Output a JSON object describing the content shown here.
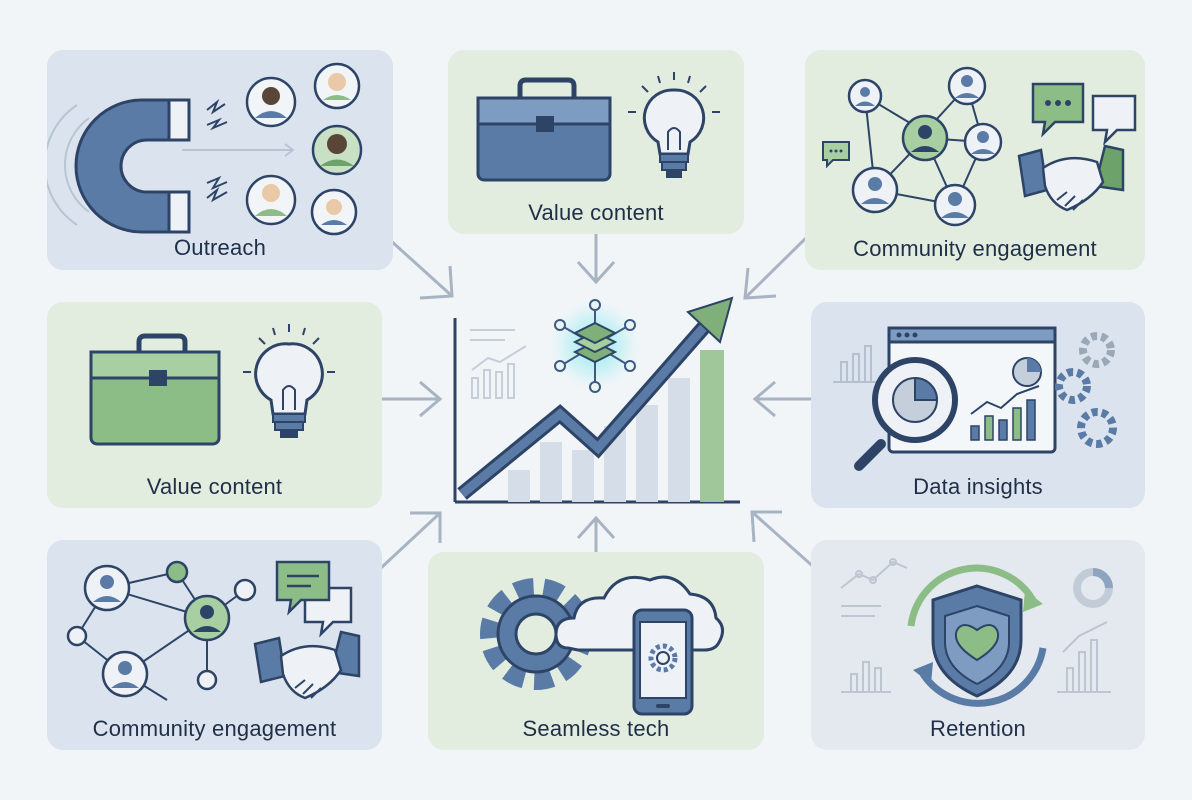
{
  "panels": {
    "outreach": {
      "label": "Outreach"
    },
    "value_content_top": {
      "label": "Value content"
    },
    "community_engagement_top": {
      "label": "Community engagement"
    },
    "value_content_left": {
      "label": "Value content"
    },
    "data_insights": {
      "label": "Data insights"
    },
    "community_engagement_bottom": {
      "label": "Community engagement"
    },
    "seamless_tech": {
      "label": "Seamless tech"
    },
    "retention": {
      "label": "Retention"
    }
  },
  "colors": {
    "navy": "#2d4467",
    "slate_blue": "#5a7ba6",
    "green": "#8dbd87",
    "dark_green": "#6da36a",
    "background": "#f1f5f8"
  },
  "icons": {
    "outreach": [
      "magnet-icon",
      "lightning-icon",
      "person-avatar-icon"
    ],
    "value_content": [
      "toolbox-icon",
      "lightbulb-icon"
    ],
    "community_engagement": [
      "network-icon",
      "chat-bubble-icon",
      "handshake-icon"
    ],
    "data_insights": [
      "dashboard-icon",
      "magnifier-icon",
      "gear-icon"
    ],
    "seamless_tech": [
      "gear-icon",
      "cloud-icon",
      "smartphone-icon"
    ],
    "retention": [
      "cycle-arrows-icon",
      "shield-heart-icon"
    ],
    "center": [
      "growth-chart-icon",
      "layers-hub-icon"
    ]
  }
}
